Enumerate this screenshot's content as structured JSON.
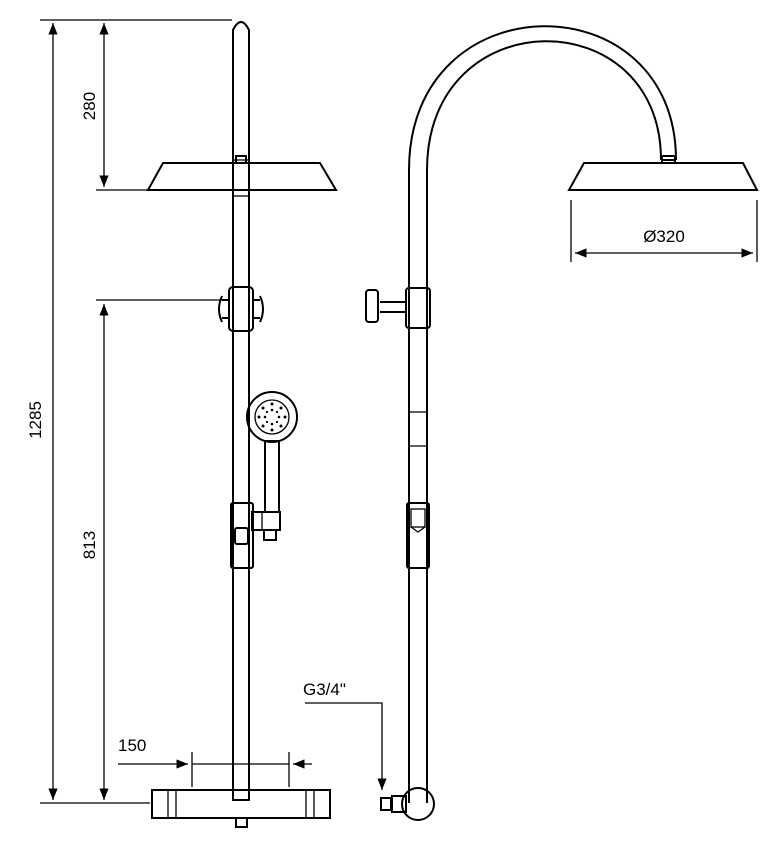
{
  "dimensions": {
    "total_height": "1285",
    "head_to_top": "280",
    "arm_height": "813",
    "thermostat_width": "150",
    "head_diameter": "Ø320",
    "connection": "G3/4\""
  },
  "colors": {
    "line": "#000000",
    "background": "#ffffff"
  }
}
